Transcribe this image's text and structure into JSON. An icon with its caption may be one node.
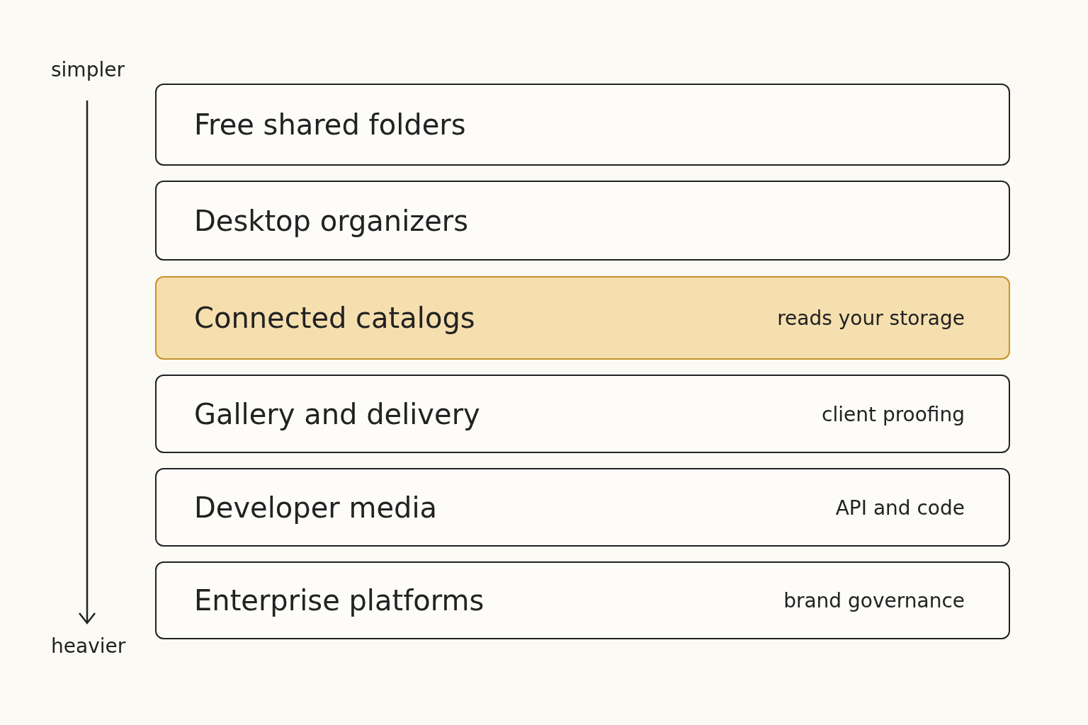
{
  "diagram": {
    "nodes": [
      {
        "text": [
          "Free shared folders"
        ]
      },
      {
        "text": [
          "Desktop organizers"
        ]
      },
      {
        "text": [
          "Connected catalogs",
          "reads your storage"
        ]
      },
      {
        "text": [
          "Gallery and delivery",
          "client proofing"
        ]
      },
      {
        "text": [
          "Developer media",
          "API and code"
        ]
      },
      {
        "text": [
          "Enterprise platforms",
          "brand governance"
        ]
      }
    ],
    "labels": [
      "simpler",
      "heavier"
    ]
  }
}
